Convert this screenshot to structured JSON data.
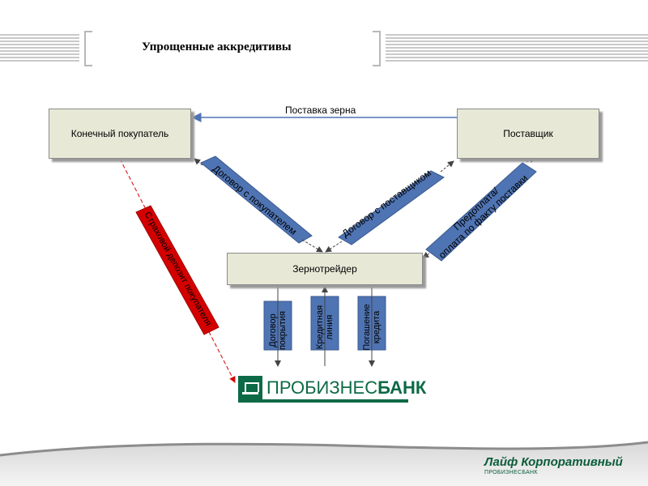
{
  "slide": {
    "title": "Упрощенные аккредитивы"
  },
  "nodes": {
    "buyer": "Конечный покупатель",
    "supplier": "Поставщик",
    "trader": "Зернотрейдер"
  },
  "edges": {
    "grain_delivery": "Поставка зерна",
    "buyer_contract": "Договор с покупателем",
    "supplier_contract": "Договор с поставщиком",
    "prepayment": "Предоплата/оплата по факту поставки",
    "prepayment_line1": "Предоплата/",
    "prepayment_line2": "оплата по факту поставки",
    "insurance": "Страховой депозит покупателя",
    "coverage_contract_l1": "Договор",
    "coverage_contract_l2": "покрытия",
    "credit_line_l1": "Кредитная",
    "credit_line_l2": "линия",
    "repayment_l1": "Погашение",
    "repayment_l2": "кредита"
  },
  "bank": {
    "name_thin": "ПРОБИЗНЕС",
    "name_bold": "БАНК"
  },
  "footer": {
    "brand": "Лайф Корпоративный",
    "sub": "ПРОБИЗНЕСБАНК"
  },
  "colors": {
    "node_fill": "#e7e8d6",
    "arrow_blue": "#4f74b3",
    "dash_red": "#d40000",
    "bank_green": "#0d6a46"
  }
}
